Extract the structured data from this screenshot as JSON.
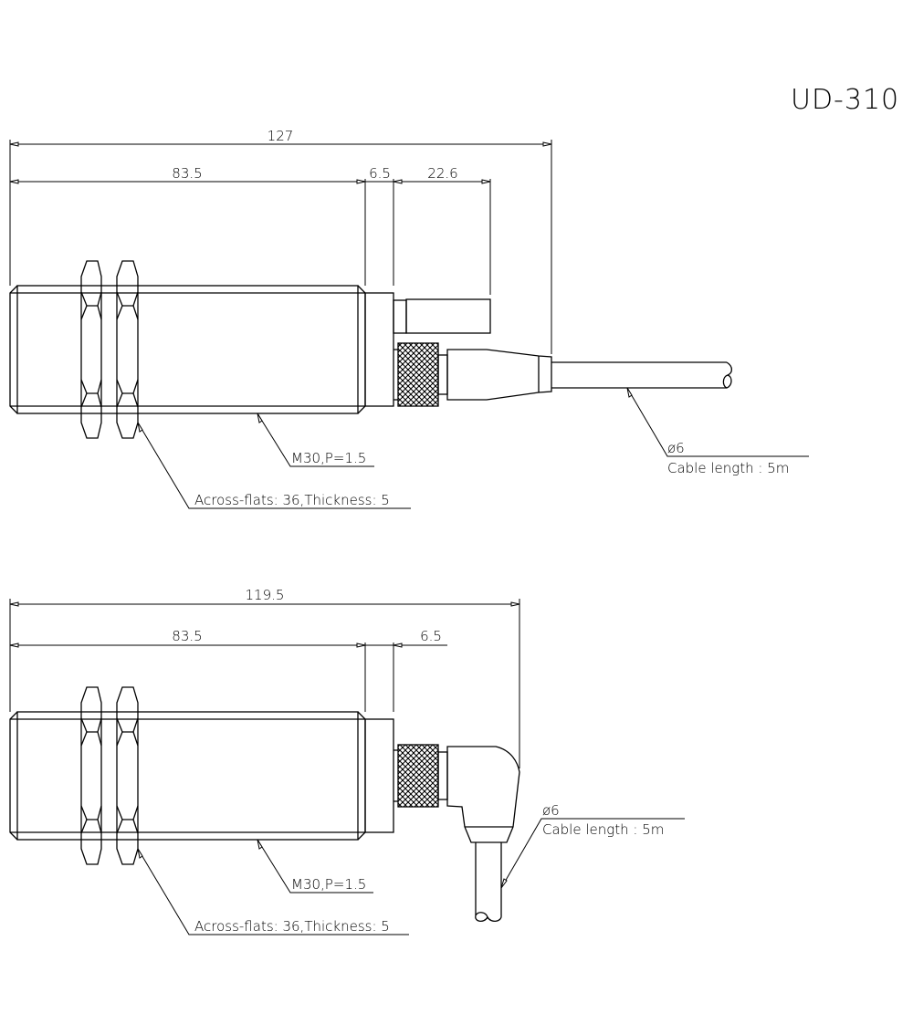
{
  "title": "UD-310",
  "views": [
    {
      "name": "straight-connector-view",
      "dimensions": {
        "overall": "127",
        "body": "83.5",
        "step": "6.5",
        "connector": "22.6"
      },
      "labels": {
        "thread": "M30,P=1.5",
        "nut": "Across-flats: 36,Thickness: 5",
        "cable_diameter": "ø6",
        "cable_length": "Cable length : 5m"
      }
    },
    {
      "name": "right-angle-connector-view",
      "dimensions": {
        "overall": "119.5",
        "body": "83.5",
        "step": "6.5"
      },
      "labels": {
        "thread": "M30,P=1.5",
        "nut": "Across-flats: 36,Thickness: 5",
        "cable_diameter": "ø6",
        "cable_length": "Cable length : 5m"
      }
    }
  ],
  "colors": {
    "line": "#000000",
    "background": "#ffffff"
  }
}
